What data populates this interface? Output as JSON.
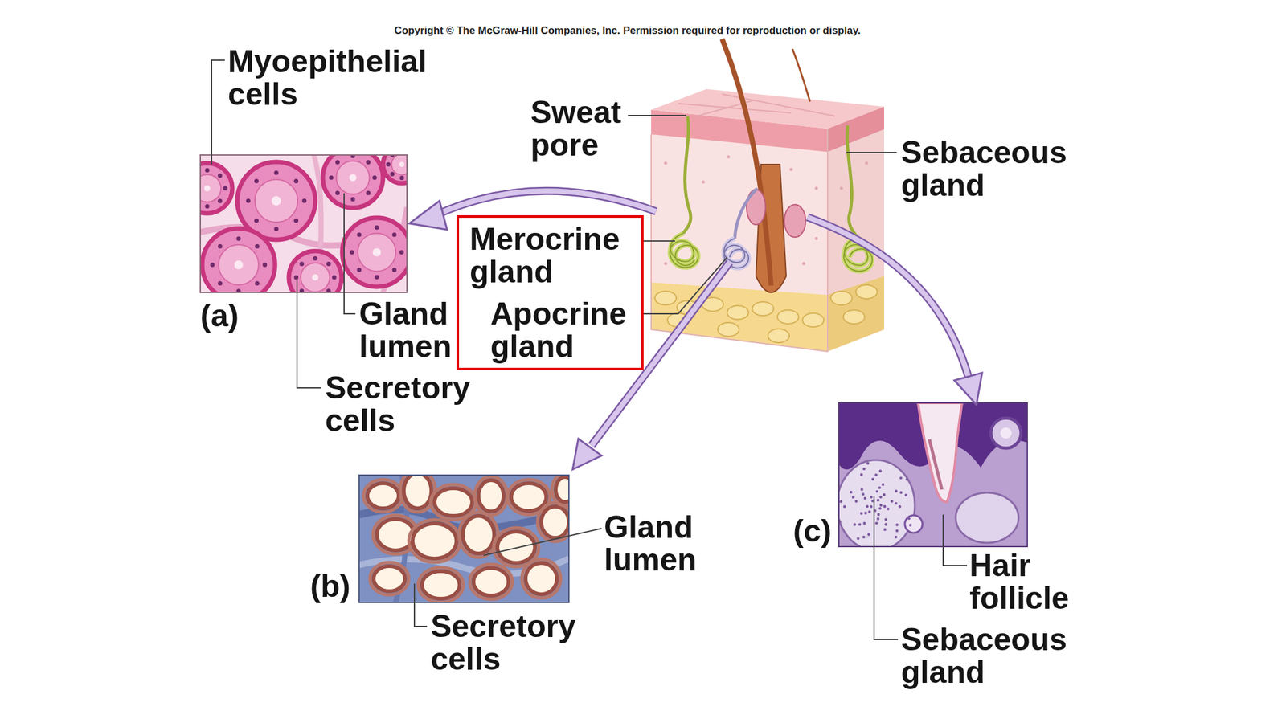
{
  "diagram": {
    "nodes": [
      {
        "text": [
          "Merocrine gland",
          "Apocrine gland"
        ]
      }
    ],
    "labels": [
      "Copyright © The McGraw-Hill Companies, Inc. Permission required for reproduction or display.",
      "Myoepithelial cells",
      "Sweat pore",
      "Sebaceous gland",
      "(a)",
      "Gland lumen",
      "Secretory cells",
      "(b)",
      "Gland lumen",
      "Secretory cells",
      "(c)",
      "Hair follicle",
      "Sebaceous gland"
    ]
  }
}
